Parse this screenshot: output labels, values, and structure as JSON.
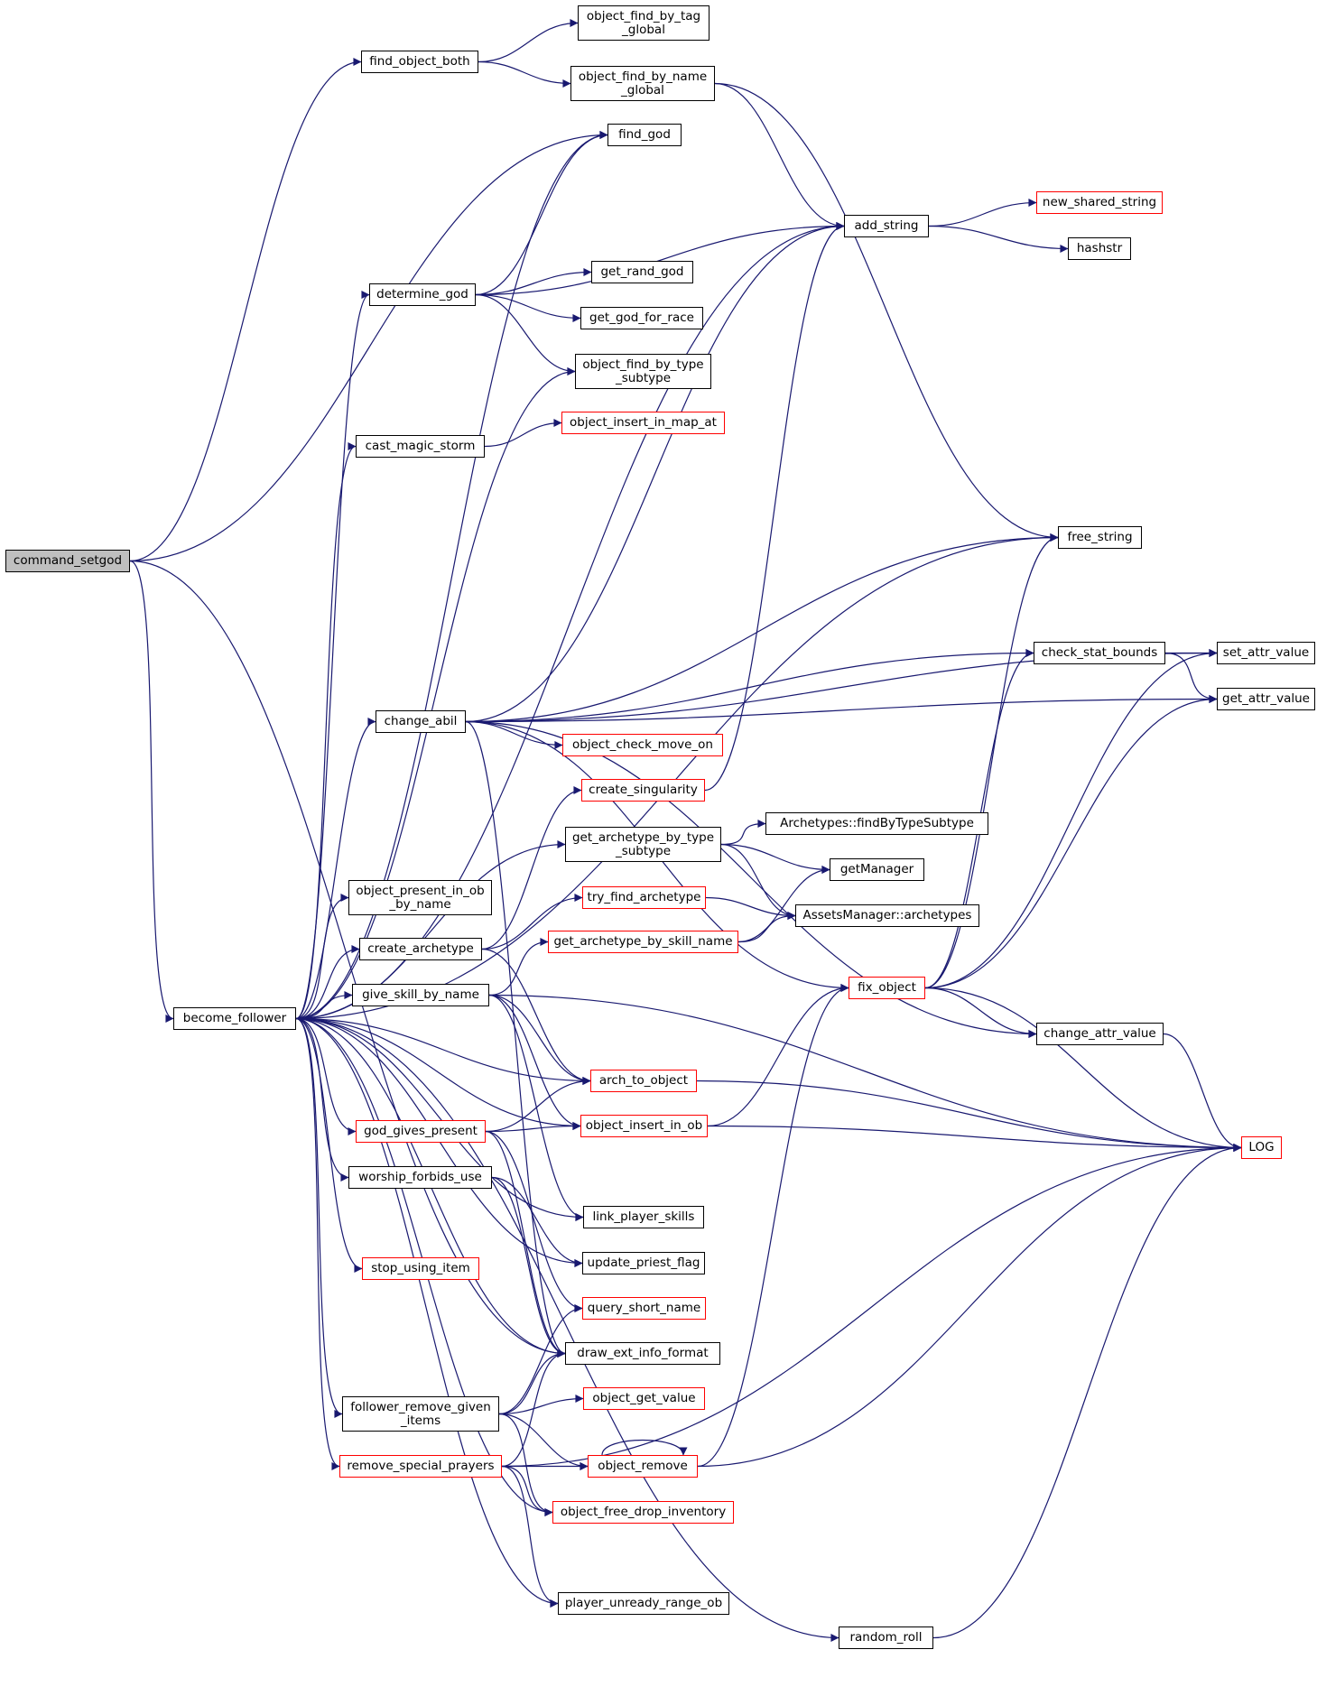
{
  "graph": {
    "edge_color": "#191970",
    "node_border_default": "#000000",
    "node_border_highlight": "#ff0000",
    "root_fill": "#bfbfbf",
    "nodes": [
      {
        "id": "command_setgod",
        "label": "command_setgod",
        "style": "root"
      },
      {
        "id": "find_object_both",
        "label": "find_object_both",
        "style": "black"
      },
      {
        "id": "object_find_by_tag_global",
        "label": "object_find_by_tag\n_global",
        "style": "black"
      },
      {
        "id": "object_find_by_name_global",
        "label": "object_find_by_name\n_global",
        "style": "black"
      },
      {
        "id": "find_god",
        "label": "find_god",
        "style": "black"
      },
      {
        "id": "new_shared_string",
        "label": "new_shared_string",
        "style": "red"
      },
      {
        "id": "add_string",
        "label": "add_string",
        "style": "black"
      },
      {
        "id": "hashstr",
        "label": "hashstr",
        "style": "black"
      },
      {
        "id": "get_rand_god",
        "label": "get_rand_god",
        "style": "black"
      },
      {
        "id": "determine_god",
        "label": "determine_god",
        "style": "black"
      },
      {
        "id": "get_god_for_race",
        "label": "get_god_for_race",
        "style": "black"
      },
      {
        "id": "object_find_by_type_subtype",
        "label": "object_find_by_type\n_subtype",
        "style": "black"
      },
      {
        "id": "object_insert_in_map_at",
        "label": "object_insert_in_map_at",
        "style": "red"
      },
      {
        "id": "cast_magic_storm",
        "label": "cast_magic_storm",
        "style": "black"
      },
      {
        "id": "free_string",
        "label": "free_string",
        "style": "black"
      },
      {
        "id": "check_stat_bounds",
        "label": "check_stat_bounds",
        "style": "black"
      },
      {
        "id": "set_attr_value",
        "label": "set_attr_value",
        "style": "black"
      },
      {
        "id": "change_abil",
        "label": "change_abil",
        "style": "black"
      },
      {
        "id": "get_attr_value",
        "label": "get_attr_value",
        "style": "black"
      },
      {
        "id": "object_check_move_on",
        "label": "object_check_move_on",
        "style": "red"
      },
      {
        "id": "create_singularity",
        "label": "create_singularity",
        "style": "red"
      },
      {
        "id": "get_archetype_by_type_subtype",
        "label": "get_archetype_by_type\n_subtype",
        "style": "black"
      },
      {
        "id": "archetypes_findbytypesubtype",
        "label": "Archetypes::findByTypeSubtype",
        "style": "black"
      },
      {
        "id": "object_present_in_ob_by_name",
        "label": "object_present_in_ob\n_by_name",
        "style": "black"
      },
      {
        "id": "getmanager",
        "label": "getManager",
        "style": "black"
      },
      {
        "id": "try_find_archetype",
        "label": "try_find_archetype",
        "style": "red"
      },
      {
        "id": "assetsmanager_archetypes",
        "label": "AssetsManager::archetypes",
        "style": "black"
      },
      {
        "id": "create_archetype",
        "label": "create_archetype",
        "style": "black"
      },
      {
        "id": "get_archetype_by_skill_name",
        "label": "get_archetype_by_skill_name",
        "style": "red"
      },
      {
        "id": "fix_object",
        "label": "fix_object",
        "style": "red"
      },
      {
        "id": "give_skill_by_name",
        "label": "give_skill_by_name",
        "style": "black"
      },
      {
        "id": "become_follower",
        "label": "become_follower",
        "style": "black"
      },
      {
        "id": "change_attr_value",
        "label": "change_attr_value",
        "style": "black"
      },
      {
        "id": "arch_to_object",
        "label": "arch_to_object",
        "style": "red"
      },
      {
        "id": "god_gives_present",
        "label": "god_gives_present",
        "style": "red"
      },
      {
        "id": "object_insert_in_ob",
        "label": "object_insert_in_ob",
        "style": "red"
      },
      {
        "id": "log",
        "label": "LOG",
        "style": "red"
      },
      {
        "id": "worship_forbids_use",
        "label": "worship_forbids_use",
        "style": "black"
      },
      {
        "id": "link_player_skills",
        "label": "link_player_skills",
        "style": "black"
      },
      {
        "id": "stop_using_item",
        "label": "stop_using_item",
        "style": "red"
      },
      {
        "id": "update_priest_flag",
        "label": "update_priest_flag",
        "style": "black"
      },
      {
        "id": "query_short_name",
        "label": "query_short_name",
        "style": "red"
      },
      {
        "id": "draw_ext_info_format",
        "label": "draw_ext_info_format",
        "style": "black"
      },
      {
        "id": "follower_remove_given_items",
        "label": "follower_remove_given\n_items",
        "style": "black"
      },
      {
        "id": "object_get_value",
        "label": "object_get_value",
        "style": "red"
      },
      {
        "id": "remove_special_prayers",
        "label": "remove_special_prayers",
        "style": "red"
      },
      {
        "id": "object_remove",
        "label": "object_remove",
        "style": "red"
      },
      {
        "id": "object_free_drop_inventory",
        "label": "object_free_drop_inventory",
        "style": "red"
      },
      {
        "id": "player_unready_range_ob",
        "label": "player_unready_range_ob",
        "style": "black"
      },
      {
        "id": "random_roll",
        "label": "random_roll",
        "style": "black"
      }
    ],
    "edges": [
      [
        "command_setgod",
        "find_object_both"
      ],
      [
        "command_setgod",
        "find_god"
      ],
      [
        "command_setgod",
        "become_follower"
      ],
      [
        "command_setgod",
        "draw_ext_info_format"
      ],
      [
        "find_object_both",
        "object_find_by_tag_global"
      ],
      [
        "find_object_both",
        "object_find_by_name_global"
      ],
      [
        "object_find_by_name_global",
        "add_string"
      ],
      [
        "object_find_by_name_global",
        "free_string"
      ],
      [
        "add_string",
        "new_shared_string"
      ],
      [
        "add_string",
        "hashstr"
      ],
      [
        "determine_god",
        "find_god"
      ],
      [
        "determine_god",
        "add_string"
      ],
      [
        "determine_god",
        "get_rand_god"
      ],
      [
        "determine_god",
        "get_god_for_race"
      ],
      [
        "determine_god",
        "object_find_by_type_subtype"
      ],
      [
        "cast_magic_storm",
        "object_insert_in_map_at"
      ],
      [
        "change_abil",
        "add_string"
      ],
      [
        "change_abil",
        "free_string"
      ],
      [
        "change_abil",
        "set_attr_value"
      ],
      [
        "change_abil",
        "check_stat_bounds"
      ],
      [
        "change_abil",
        "get_attr_value"
      ],
      [
        "change_abil",
        "object_check_move_on"
      ],
      [
        "change_abil",
        "fix_object"
      ],
      [
        "change_abil",
        "change_attr_value"
      ],
      [
        "change_abil",
        "draw_ext_info_format"
      ],
      [
        "check_stat_bounds",
        "set_attr_value"
      ],
      [
        "check_stat_bounds",
        "get_attr_value"
      ],
      [
        "create_singularity",
        "add_string"
      ],
      [
        "get_archetype_by_type_subtype",
        "archetypes_findbytypesubtype"
      ],
      [
        "get_archetype_by_type_subtype",
        "getmanager"
      ],
      [
        "get_archetype_by_type_subtype",
        "assetsmanager_archetypes"
      ],
      [
        "try_find_archetype",
        "assetsmanager_archetypes"
      ],
      [
        "get_archetype_by_skill_name",
        "getmanager"
      ],
      [
        "get_archetype_by_skill_name",
        "assetsmanager_archetypes"
      ],
      [
        "create_archetype",
        "create_singularity"
      ],
      [
        "create_archetype",
        "try_find_archetype"
      ],
      [
        "create_archetype",
        "arch_to_object"
      ],
      [
        "give_skill_by_name",
        "get_archetype_by_skill_name"
      ],
      [
        "give_skill_by_name",
        "arch_to_object"
      ],
      [
        "give_skill_by_name",
        "object_insert_in_ob"
      ],
      [
        "give_skill_by_name",
        "link_player_skills"
      ],
      [
        "give_skill_by_name",
        "log"
      ],
      [
        "fix_object",
        "free_string"
      ],
      [
        "fix_object",
        "check_stat_bounds"
      ],
      [
        "fix_object",
        "set_attr_value"
      ],
      [
        "fix_object",
        "get_attr_value"
      ],
      [
        "fix_object",
        "change_attr_value"
      ],
      [
        "fix_object",
        "log"
      ],
      [
        "change_attr_value",
        "log"
      ],
      [
        "arch_to_object",
        "log"
      ],
      [
        "object_insert_in_ob",
        "fix_object"
      ],
      [
        "object_insert_in_ob",
        "log"
      ],
      [
        "god_gives_present",
        "arch_to_object"
      ],
      [
        "god_gives_present",
        "object_insert_in_ob"
      ],
      [
        "god_gives_present",
        "query_short_name"
      ],
      [
        "god_gives_present",
        "draw_ext_info_format"
      ],
      [
        "worship_forbids_use",
        "update_priest_flag"
      ],
      [
        "worship_forbids_use",
        "draw_ext_info_format"
      ],
      [
        "follower_remove_given_items",
        "query_short_name"
      ],
      [
        "follower_remove_given_items",
        "draw_ext_info_format"
      ],
      [
        "follower_remove_given_items",
        "object_get_value"
      ],
      [
        "follower_remove_given_items",
        "object_remove"
      ],
      [
        "follower_remove_given_items",
        "object_free_drop_inventory"
      ],
      [
        "remove_special_prayers",
        "draw_ext_info_format"
      ],
      [
        "remove_special_prayers",
        "object_remove"
      ],
      [
        "remove_special_prayers",
        "object_free_drop_inventory"
      ],
      [
        "remove_special_prayers",
        "player_unready_range_ob"
      ],
      [
        "remove_special_prayers",
        "log"
      ],
      [
        "object_remove",
        "object_remove"
      ],
      [
        "object_remove",
        "fix_object"
      ],
      [
        "object_remove",
        "log"
      ],
      [
        "random_roll",
        "log"
      ],
      [
        "become_follower",
        "find_god"
      ],
      [
        "become_follower",
        "add_string"
      ],
      [
        "become_follower",
        "determine_god"
      ],
      [
        "become_follower",
        "object_find_by_type_subtype"
      ],
      [
        "become_follower",
        "cast_magic_storm"
      ],
      [
        "become_follower",
        "free_string"
      ],
      [
        "become_follower",
        "change_abil"
      ],
      [
        "become_follower",
        "get_archetype_by_type_subtype"
      ],
      [
        "become_follower",
        "object_present_in_ob_by_name"
      ],
      [
        "become_follower",
        "create_archetype"
      ],
      [
        "become_follower",
        "give_skill_by_name"
      ],
      [
        "become_follower",
        "arch_to_object"
      ],
      [
        "become_follower",
        "god_gives_present"
      ],
      [
        "become_follower",
        "object_insert_in_ob"
      ],
      [
        "become_follower",
        "worship_forbids_use"
      ],
      [
        "become_follower",
        "link_player_skills"
      ],
      [
        "become_follower",
        "stop_using_item"
      ],
      [
        "become_follower",
        "update_priest_flag"
      ],
      [
        "become_follower",
        "draw_ext_info_format"
      ],
      [
        "become_follower",
        "follower_remove_given_items"
      ],
      [
        "become_follower",
        "remove_special_prayers"
      ],
      [
        "become_follower",
        "object_free_drop_inventory"
      ],
      [
        "become_follower",
        "player_unready_range_ob"
      ],
      [
        "become_follower",
        "random_roll"
      ]
    ]
  }
}
